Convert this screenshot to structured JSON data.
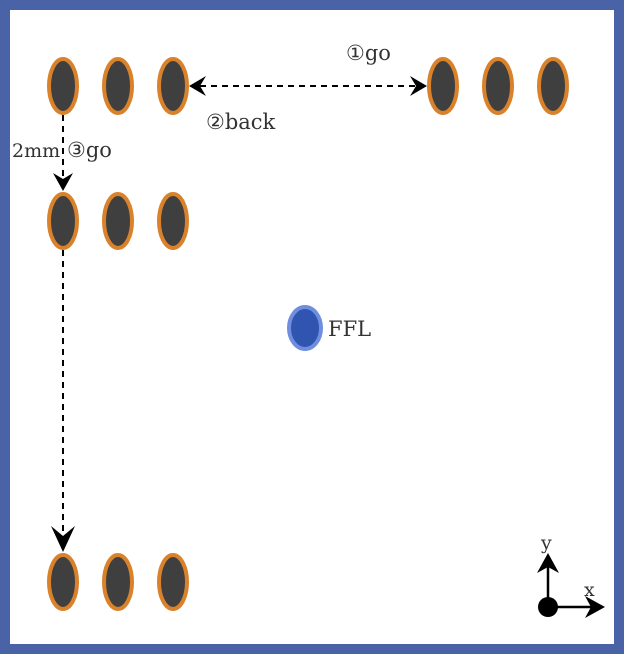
{
  "labels": {
    "go_first": "①go",
    "back": "②back",
    "step_size": "2mm",
    "go_third": "③go",
    "ffl": "FFL",
    "axis_y": "y",
    "axis_x": "x"
  },
  "colors": {
    "frame": "#4a63a6",
    "element_fill": "#3f3f3f",
    "element_stroke": "#d9822b",
    "ffl_fill": "#2f55b0",
    "ffl_stroke": "#6f8ede",
    "arrow": "#000000",
    "text": "#333333"
  }
}
